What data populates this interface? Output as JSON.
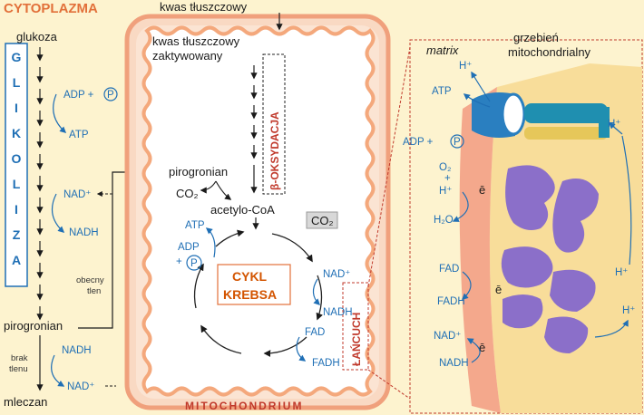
{
  "title": "CYTOPLAZMA",
  "glycolysis": {
    "label_letters": [
      "G",
      "L",
      "I",
      "K",
      "O",
      "L",
      "I",
      "Z",
      "A"
    ],
    "glukoza": "glukoza",
    "adp_p": "ADP +",
    "p": "P",
    "atp": "ATP",
    "nad": "NAD⁺",
    "nadh": "NADH",
    "pirogronian": "pirogronian",
    "obecny": "obecny",
    "tlen": "tlen",
    "brak": "brak",
    "tlenu": "tlenu",
    "nadh2": "NADH",
    "nad2": "NAD⁺",
    "mleczan": "mleczan"
  },
  "mito": {
    "top_label": "kwas tłuszczowy",
    "activated1": "kwas tłuszczowy",
    "activated2": "zaktywowany",
    "beta": "β-OKSYDACJA",
    "pirogronian": "pirogronian",
    "co2a": "CO₂",
    "acetyl": "acetylo-CoA",
    "co2b": "CO₂",
    "atp": "ATP",
    "adp": "ADP",
    "plus": "+",
    "p": "P",
    "cykl1": "CYKL",
    "cykl2": "KREBSA",
    "nad": "NAD⁺",
    "nadh": "NADH",
    "fad": "FAD",
    "fadh": "FADH",
    "lancuch": "ŁAŃCUCH",
    "name": "MITOCHONDRIUM"
  },
  "detail": {
    "matrix": "matrix",
    "grzebien1": "grzebień",
    "grzebien2": "mitochondrialny",
    "h1": "H⁺",
    "atp": "ATP",
    "h2": "H⁺",
    "adp": "ADP +",
    "p": "P",
    "o2": "O₂",
    "plus": "+",
    "h3": "H⁺",
    "e1": "ē",
    "h2o": "H₂O",
    "fad": "FAD",
    "h4": "H⁺",
    "e2": "ē",
    "fadh": "FADH",
    "h5": "H⁺",
    "nad": "NAD⁺",
    "e3": "ē",
    "nadh": "NADH"
  },
  "colors": {
    "membrane": "#f4a87c",
    "orange": "#e2703a",
    "blue": "#1f6fb5",
    "purple": "#8b6fc9"
  }
}
